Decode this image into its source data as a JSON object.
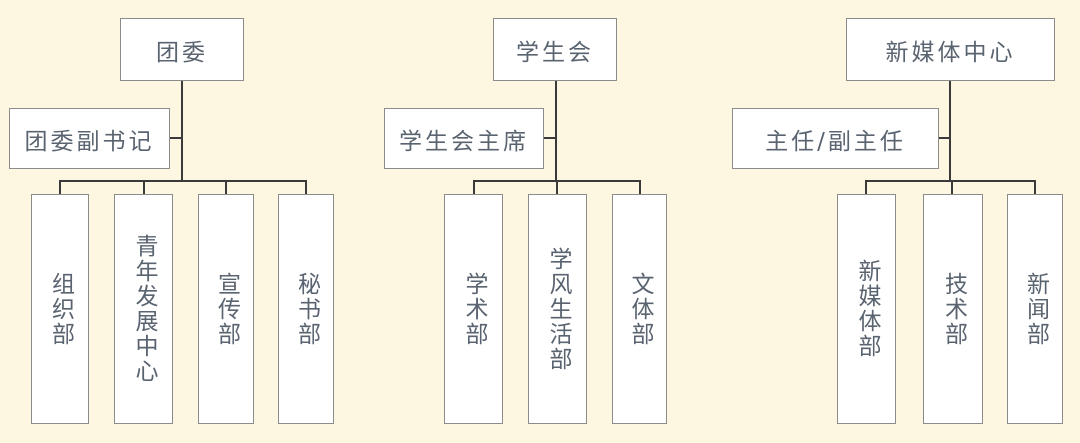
{
  "diagram": {
    "colors": {
      "background": "#fdf6e0",
      "box_fill": "#ffffff",
      "box_border": "#8c8c8c",
      "text": "#5a6470",
      "connector": "#3a3a3a"
    },
    "groups": [
      {
        "top": "团委",
        "deputy": "团委副书记",
        "departments": [
          "组织部",
          "青年发展中心",
          "宣传部",
          "秘书部"
        ]
      },
      {
        "top": "学生会",
        "deputy": "学生会主席",
        "departments": [
          "学术部",
          "学风生活部",
          "文体部"
        ]
      },
      {
        "top": "新媒体中心",
        "deputy": "主任/副主任",
        "departments": [
          "新媒体部",
          "技术部",
          "新闻部"
        ]
      }
    ]
  }
}
